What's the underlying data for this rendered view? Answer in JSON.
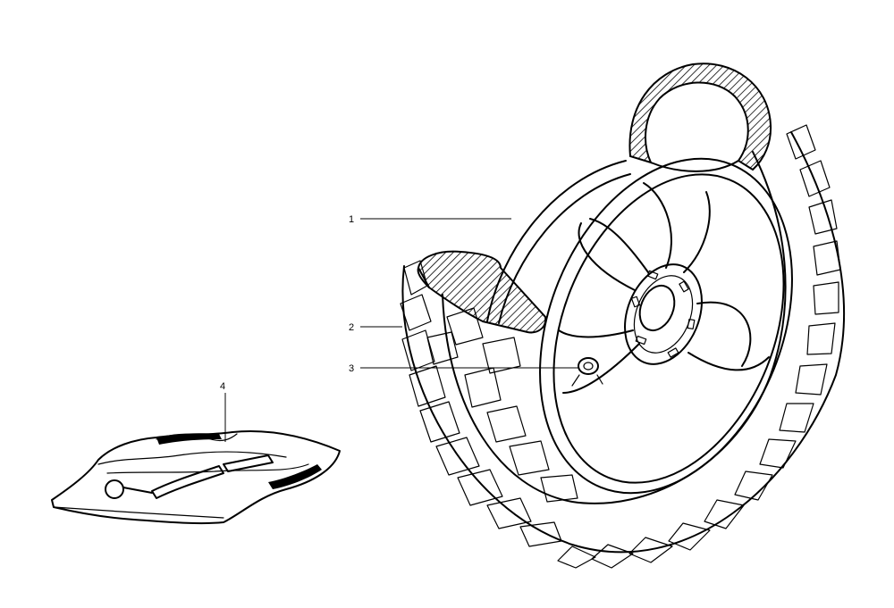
{
  "diagram": {
    "callouts": [
      {
        "id": "1",
        "label": "1"
      },
      {
        "id": "2",
        "label": "2"
      },
      {
        "id": "3",
        "label": "3"
      },
      {
        "id": "4",
        "label": "4"
      }
    ],
    "ink_color": "#000000",
    "background_color": "#ffffff",
    "parts": [
      "wheel-rim",
      "tire",
      "valve",
      "tool-kit-bag"
    ]
  }
}
